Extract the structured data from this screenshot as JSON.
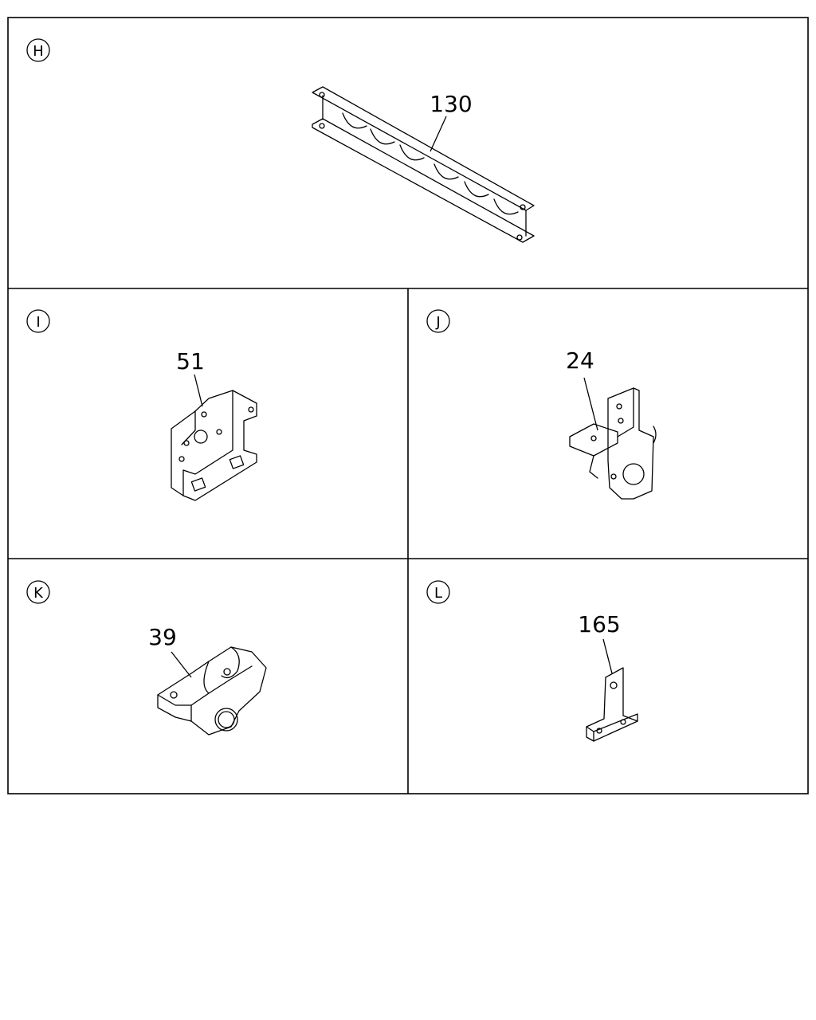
{
  "sections": [
    {
      "letter": "H",
      "part_number": "130"
    },
    {
      "letter": "I",
      "part_number": "51"
    },
    {
      "letter": "J",
      "part_number": "24"
    },
    {
      "letter": "K",
      "part_number": "39"
    },
    {
      "letter": "L",
      "part_number": "165"
    }
  ]
}
